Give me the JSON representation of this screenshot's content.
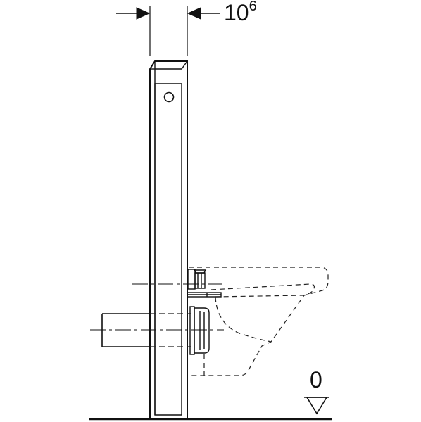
{
  "dimension": {
    "value": "10",
    "superscript": "6"
  },
  "floor_level": {
    "label": "0"
  },
  "colors": {
    "line": "#111111",
    "hidden_line": "#222222",
    "background": "#ffffff"
  }
}
